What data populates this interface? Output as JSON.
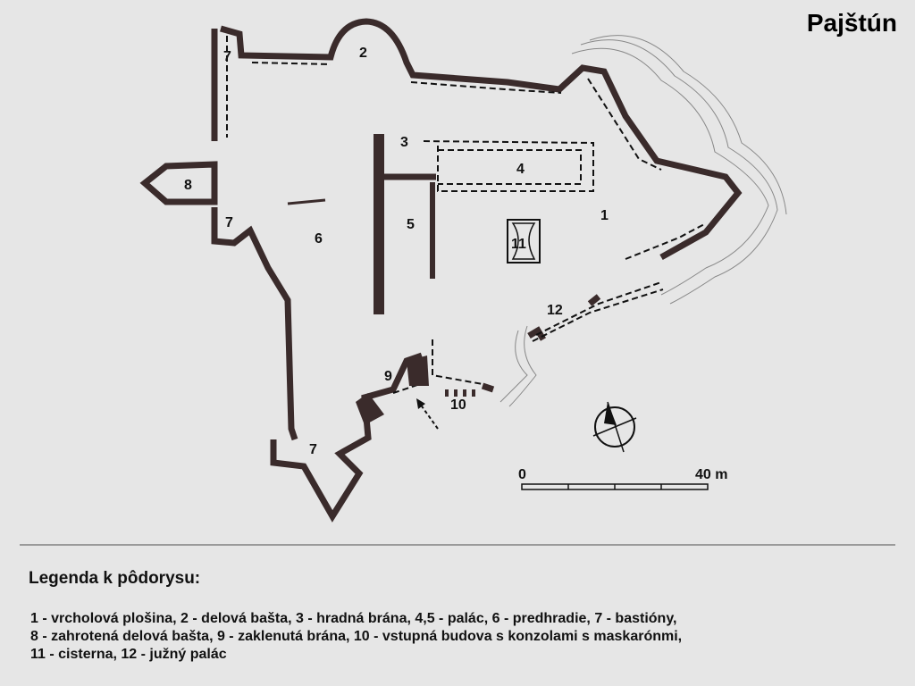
{
  "title": "Pajštún",
  "plan_labels": {
    "l1": "1",
    "l2": "2",
    "l3": "3",
    "l4": "4",
    "l5": "5",
    "l6": "6",
    "l7a": "7",
    "l7b": "7",
    "l7c": "7",
    "l8": "8",
    "l9": "9",
    "l10": "10",
    "l11": "11",
    "l12": "12"
  },
  "scale": {
    "start": "0",
    "end": "40 m"
  },
  "legend": {
    "heading": "Legenda k pôdorysu:",
    "lines": [
      "1 - vrcholová plošina, 2 - delová bašta, 3 - hradná brána, 4,5 - palác, 6 - predhradie, 7 - bastióny,",
      "8 - zahrotená delová bašta, 9 - zaklenutá brána, 10 - vstupná budova s konzolami s maskarónmi,",
      "11 - cisterna, 12 - južný palác"
    ]
  },
  "colors": {
    "wall": "#3a2b2b",
    "background": "#e6e6e6",
    "line": "#000000"
  }
}
